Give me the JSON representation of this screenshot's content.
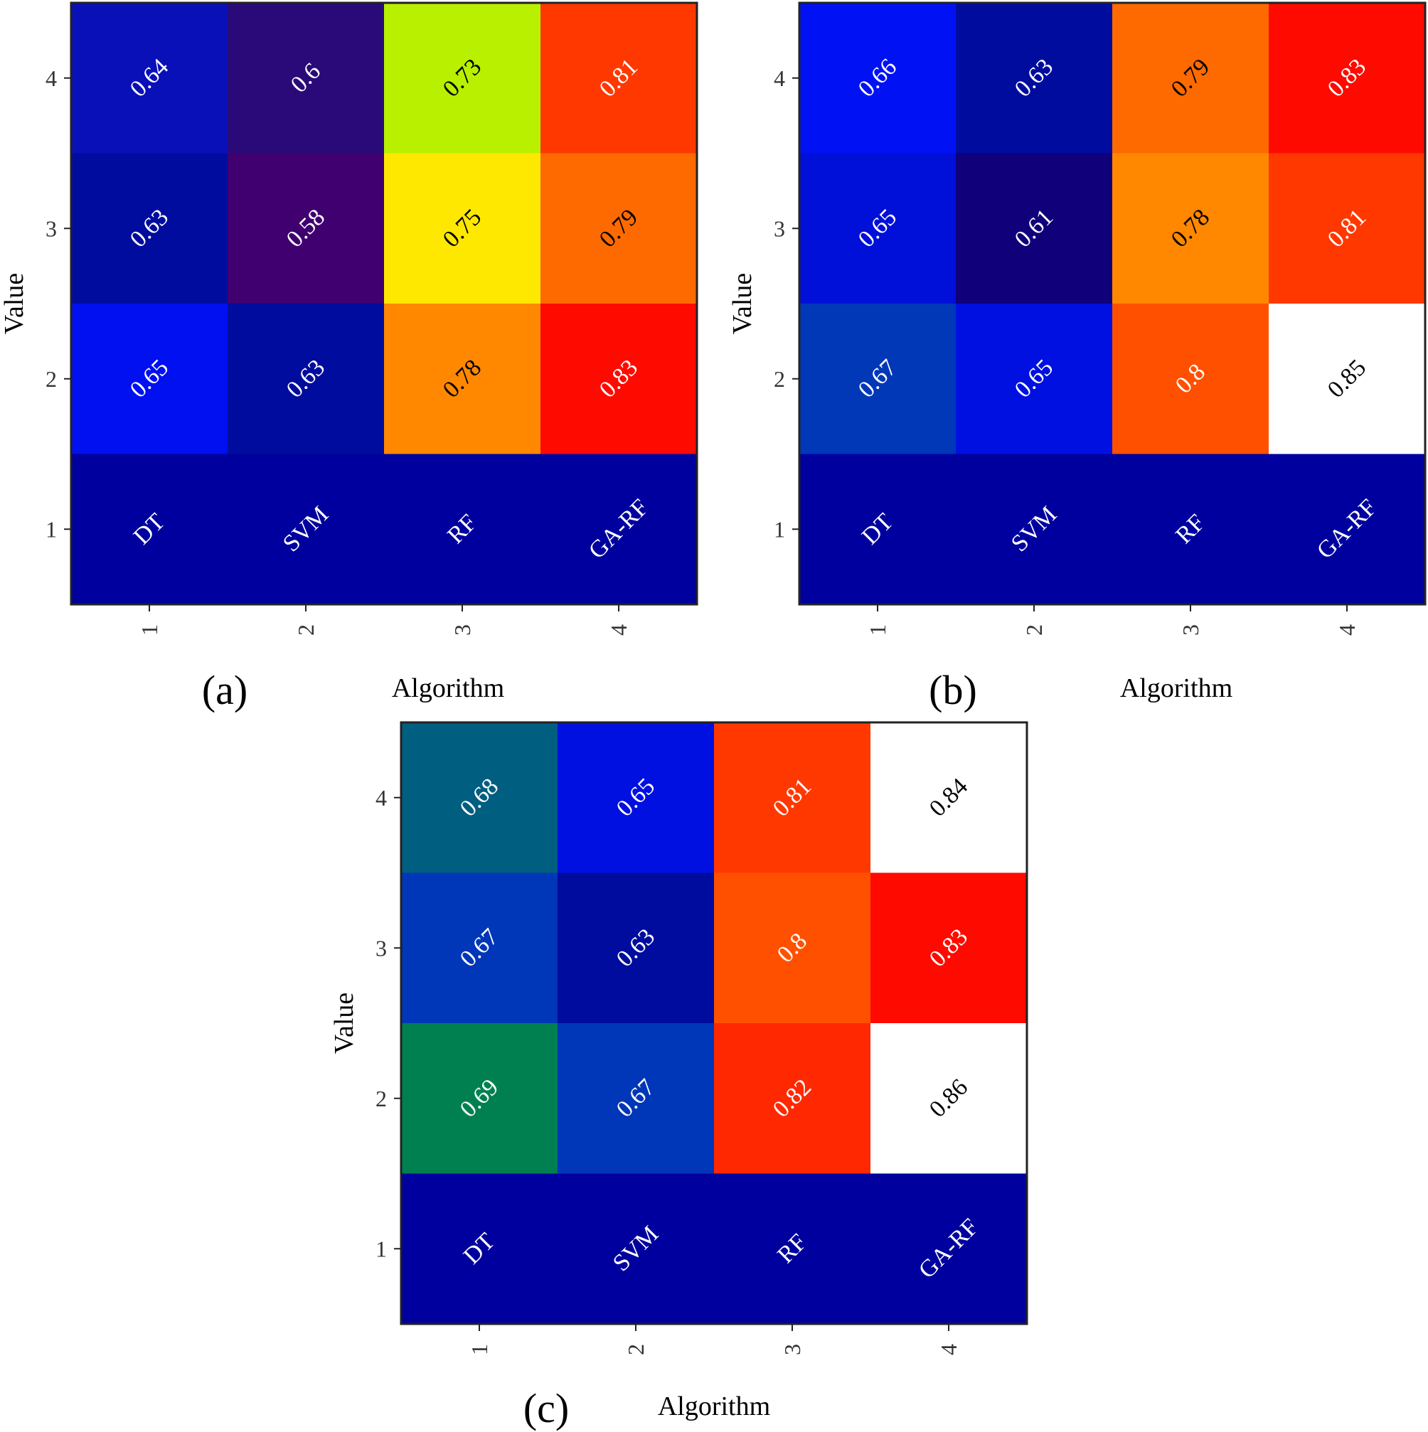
{
  "chart_data": [
    {
      "type": "heatmap",
      "panel_label": "(a)",
      "xlabel": "Algorithm",
      "ylabel": "Value",
      "x_ticks": [
        "1",
        "2",
        "3",
        "4"
      ],
      "y_ticks": [
        "1",
        "2",
        "3",
        "4"
      ],
      "colormap": "jet-like (dark blue → blue → cyan/green → yellow → orange → red → white)",
      "row_labels": [
        "DT",
        "SVM",
        "RF",
        "GA-RF"
      ],
      "cells": [
        {
          "row": 4,
          "col": 1,
          "text": "0.64",
          "color": "#0a10b8",
          "text_color": "#ffffff"
        },
        {
          "row": 4,
          "col": 2,
          "text": "0.6",
          "color": "#2a0a78",
          "text_color": "#ffffff"
        },
        {
          "row": 4,
          "col": 3,
          "text": "0.73",
          "color": "#b8f000",
          "text_color": "#000000"
        },
        {
          "row": 4,
          "col": 4,
          "text": "0.81",
          "color": "#ff3800",
          "text_color": "#ffffff"
        },
        {
          "row": 3,
          "col": 1,
          "text": "0.63",
          "color": "#000c9e",
          "text_color": "#ffffff"
        },
        {
          "row": 3,
          "col": 2,
          "text": "0.58",
          "color": "#400070",
          "text_color": "#ffffff"
        },
        {
          "row": 3,
          "col": 3,
          "text": "0.75",
          "color": "#ffe800",
          "text_color": "#000000"
        },
        {
          "row": 3,
          "col": 4,
          "text": "0.79",
          "color": "#ff6a00",
          "text_color": "#000000"
        },
        {
          "row": 2,
          "col": 1,
          "text": "0.65",
          "color": "#0010f0",
          "text_color": "#ffffff"
        },
        {
          "row": 2,
          "col": 2,
          "text": "0.63",
          "color": "#000c9e",
          "text_color": "#ffffff"
        },
        {
          "row": 2,
          "col": 3,
          "text": "0.78",
          "color": "#ff8800",
          "text_color": "#000000"
        },
        {
          "row": 2,
          "col": 4,
          "text": "0.83",
          "color": "#ff0a00",
          "text_color": "#ffffff"
        },
        {
          "row": 1,
          "col": 1,
          "text": "DT",
          "color": "#00009e",
          "text_color": "#ffffff"
        },
        {
          "row": 1,
          "col": 2,
          "text": "SVM",
          "color": "#00009e",
          "text_color": "#ffffff"
        },
        {
          "row": 1,
          "col": 3,
          "text": "RF",
          "color": "#00009e",
          "text_color": "#ffffff"
        },
        {
          "row": 1,
          "col": 4,
          "text": "GA-RF",
          "color": "#00009e",
          "text_color": "#ffffff"
        }
      ]
    },
    {
      "type": "heatmap",
      "panel_label": "(b)",
      "xlabel": "Algorithm",
      "ylabel": "Value",
      "x_ticks": [
        "1",
        "2",
        "3",
        "4"
      ],
      "y_ticks": [
        "1",
        "2",
        "3",
        "4"
      ],
      "colormap": "jet-like (dark blue → blue → cyan/green → yellow → orange → red → white)",
      "row_labels": [
        "DT",
        "SVM",
        "RF",
        "GA-RF"
      ],
      "cells": [
        {
          "row": 4,
          "col": 1,
          "text": "0.66",
          "color": "#0012f4",
          "text_color": "#ffffff"
        },
        {
          "row": 4,
          "col": 2,
          "text": "0.63",
          "color": "#000c9e",
          "text_color": "#ffffff"
        },
        {
          "row": 4,
          "col": 3,
          "text": "0.79",
          "color": "#ff6a00",
          "text_color": "#000000"
        },
        {
          "row": 4,
          "col": 4,
          "text": "0.83",
          "color": "#ff0a00",
          "text_color": "#ffffff"
        },
        {
          "row": 3,
          "col": 1,
          "text": "0.65",
          "color": "#0010d8",
          "text_color": "#ffffff"
        },
        {
          "row": 3,
          "col": 2,
          "text": "0.61",
          "color": "#10007a",
          "text_color": "#ffffff"
        },
        {
          "row": 3,
          "col": 3,
          "text": "0.78",
          "color": "#ff8800",
          "text_color": "#000000"
        },
        {
          "row": 3,
          "col": 4,
          "text": "0.81",
          "color": "#ff3800",
          "text_color": "#ffffff"
        },
        {
          "row": 2,
          "col": 1,
          "text": "0.67",
          "color": "#0038b8",
          "text_color": "#ffffff"
        },
        {
          "row": 2,
          "col": 2,
          "text": "0.65",
          "color": "#0010e0",
          "text_color": "#ffffff"
        },
        {
          "row": 2,
          "col": 3,
          "text": "0.8",
          "color": "#ff5000",
          "text_color": "#ffffff"
        },
        {
          "row": 2,
          "col": 4,
          "text": "0.85",
          "color": "#ffffff",
          "text_color": "#000000"
        },
        {
          "row": 1,
          "col": 1,
          "text": "DT",
          "color": "#00009e",
          "text_color": "#ffffff"
        },
        {
          "row": 1,
          "col": 2,
          "text": "SVM",
          "color": "#00009e",
          "text_color": "#ffffff"
        },
        {
          "row": 1,
          "col": 3,
          "text": "RF",
          "color": "#00009e",
          "text_color": "#ffffff"
        },
        {
          "row": 1,
          "col": 4,
          "text": "GA-RF",
          "color": "#00009e",
          "text_color": "#ffffff"
        }
      ]
    },
    {
      "type": "heatmap",
      "panel_label": "(c)",
      "xlabel": "Algorithm",
      "ylabel": "Value",
      "x_ticks": [
        "1",
        "2",
        "3",
        "4"
      ],
      "y_ticks": [
        "1",
        "2",
        "3",
        "4"
      ],
      "colormap": "jet-like (dark blue → blue → cyan/green → yellow → orange → red → white)",
      "row_labels": [
        "DT",
        "SVM",
        "RF",
        "GA-RF"
      ],
      "cells": [
        {
          "row": 4,
          "col": 1,
          "text": "0.68",
          "color": "#005e80",
          "text_color": "#ffffff"
        },
        {
          "row": 4,
          "col": 2,
          "text": "0.65",
          "color": "#0010e0",
          "text_color": "#ffffff"
        },
        {
          "row": 4,
          "col": 3,
          "text": "0.81",
          "color": "#ff3800",
          "text_color": "#ffffff"
        },
        {
          "row": 4,
          "col": 4,
          "text": "0.84",
          "color": "#ffffff",
          "text_color": "#000000"
        },
        {
          "row": 3,
          "col": 1,
          "text": "0.67",
          "color": "#0036b8",
          "text_color": "#ffffff"
        },
        {
          "row": 3,
          "col": 2,
          "text": "0.63",
          "color": "#000c9e",
          "text_color": "#ffffff"
        },
        {
          "row": 3,
          "col": 3,
          "text": "0.8",
          "color": "#ff5000",
          "text_color": "#ffffff"
        },
        {
          "row": 3,
          "col": 4,
          "text": "0.83",
          "color": "#ff0a00",
          "text_color": "#ffffff"
        },
        {
          "row": 2,
          "col": 1,
          "text": "0.69",
          "color": "#008050",
          "text_color": "#ffffff"
        },
        {
          "row": 2,
          "col": 2,
          "text": "0.67",
          "color": "#0036b8",
          "text_color": "#ffffff"
        },
        {
          "row": 2,
          "col": 3,
          "text": "0.82",
          "color": "#ff2800",
          "text_color": "#ffffff"
        },
        {
          "row": 2,
          "col": 4,
          "text": "0.86",
          "color": "#ffffff",
          "text_color": "#000000"
        },
        {
          "row": 1,
          "col": 1,
          "text": "DT",
          "color": "#00009e",
          "text_color": "#ffffff"
        },
        {
          "row": 1,
          "col": 2,
          "text": "SVM",
          "color": "#00009e",
          "text_color": "#ffffff"
        },
        {
          "row": 1,
          "col": 3,
          "text": "RF",
          "color": "#00009e",
          "text_color": "#ffffff"
        },
        {
          "row": 1,
          "col": 4,
          "text": "GA-RF",
          "color": "#00009e",
          "text_color": "#ffffff"
        }
      ]
    }
  ]
}
